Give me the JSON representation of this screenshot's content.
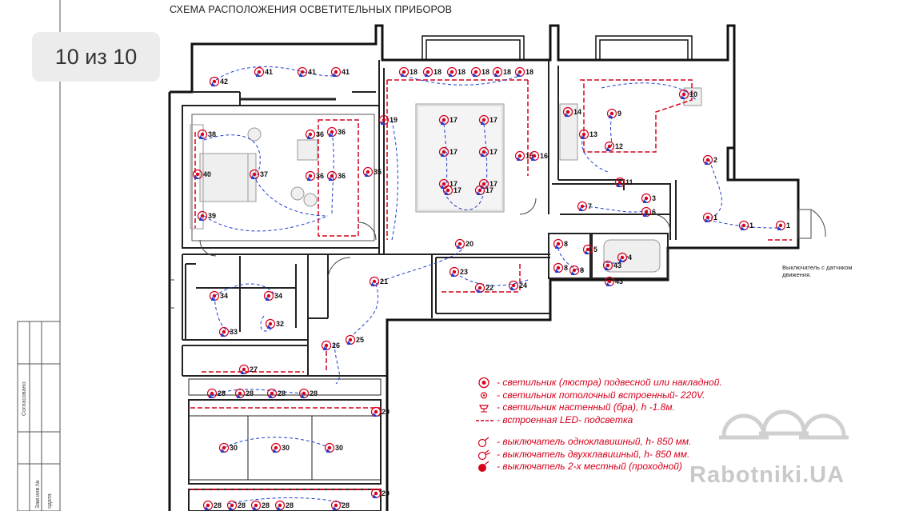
{
  "title": "СХЕМА РАСПОЛОЖЕНИЯ ОСВЕТИТЕЛЬНЫХ ПРИБОРОВ",
  "counter": "10 из 10",
  "colors": {
    "red": "#d6001c",
    "blue": "#1f3fd0",
    "wall": "#111111",
    "gray": "#eeeeee"
  },
  "side_labels": {
    "agreed": "Согласовано:",
    "inv_no": "Зам.инв.№",
    "date": "одата"
  },
  "motion_switch_note": "Выключатель с датчиком движения.",
  "legend": [
    {
      "icon": "pendant-light-icon",
      "text": "- светильник (люстра) подвесной или накладной."
    },
    {
      "icon": "recessed-light-icon",
      "text": "- светильник потолочный встроенный- 220V."
    },
    {
      "icon": "wall-sconce-icon",
      "text": "- светильник настенный (бра), h -1.8м."
    },
    {
      "icon": "led-strip-icon",
      "text": "- встроенная LED- подсветка"
    },
    {
      "icon": "single-switch-icon",
      "text": "- выключатель одноклавишный, h- 850 мм."
    },
    {
      "icon": "double-switch-icon",
      "text": "- выключатель двухклавишный, h- 850 мм."
    },
    {
      "icon": "passthrough-switch-icon",
      "text": "- выключатель 2-х местный (проходной)"
    }
  ],
  "watermark": "Rabotniki.UA",
  "fixtures": [
    {
      "n": "42"
    },
    {
      "n": "41"
    },
    {
      "n": "41"
    },
    {
      "n": "41"
    },
    {
      "n": "18"
    },
    {
      "n": "18"
    },
    {
      "n": "18"
    },
    {
      "n": "18"
    },
    {
      "n": "18"
    },
    {
      "n": "18"
    },
    {
      "n": "10"
    },
    {
      "n": "9"
    },
    {
      "n": "14"
    },
    {
      "n": "13"
    },
    {
      "n": "12"
    },
    {
      "n": "38"
    },
    {
      "n": "36"
    },
    {
      "n": "36"
    },
    {
      "n": "36"
    },
    {
      "n": "36"
    },
    {
      "n": "37"
    },
    {
      "n": "40"
    },
    {
      "n": "39"
    },
    {
      "n": "35"
    },
    {
      "n": "19"
    },
    {
      "n": "17"
    },
    {
      "n": "17"
    },
    {
      "n": "17"
    },
    {
      "n": "17"
    },
    {
      "n": "17"
    },
    {
      "n": "17"
    },
    {
      "n": "17"
    },
    {
      "n": "17"
    },
    {
      "n": "15"
    },
    {
      "n": "16"
    },
    {
      "n": "2"
    },
    {
      "n": "11"
    },
    {
      "n": "3"
    },
    {
      "n": "7"
    },
    {
      "n": "6"
    },
    {
      "n": "5"
    },
    {
      "n": "1"
    },
    {
      "n": "1"
    },
    {
      "n": "1"
    },
    {
      "n": "20"
    },
    {
      "n": "8"
    },
    {
      "n": "8"
    },
    {
      "n": "8"
    },
    {
      "n": "4"
    },
    {
      "n": "43"
    },
    {
      "n": "43"
    },
    {
      "n": "23"
    },
    {
      "n": "22"
    },
    {
      "n": "24"
    },
    {
      "n": "21"
    },
    {
      "n": "34"
    },
    {
      "n": "34"
    },
    {
      "n": "33"
    },
    {
      "n": "32"
    },
    {
      "n": "26"
    },
    {
      "n": "25"
    },
    {
      "n": "27"
    },
    {
      "n": "28"
    },
    {
      "n": "28"
    },
    {
      "n": "28"
    },
    {
      "n": "28"
    },
    {
      "n": "29"
    },
    {
      "n": "30"
    },
    {
      "n": "30"
    },
    {
      "n": "30"
    },
    {
      "n": "29"
    },
    {
      "n": "28"
    },
    {
      "n": "28"
    },
    {
      "n": "28"
    },
    {
      "n": "28"
    },
    {
      "n": "28"
    }
  ]
}
